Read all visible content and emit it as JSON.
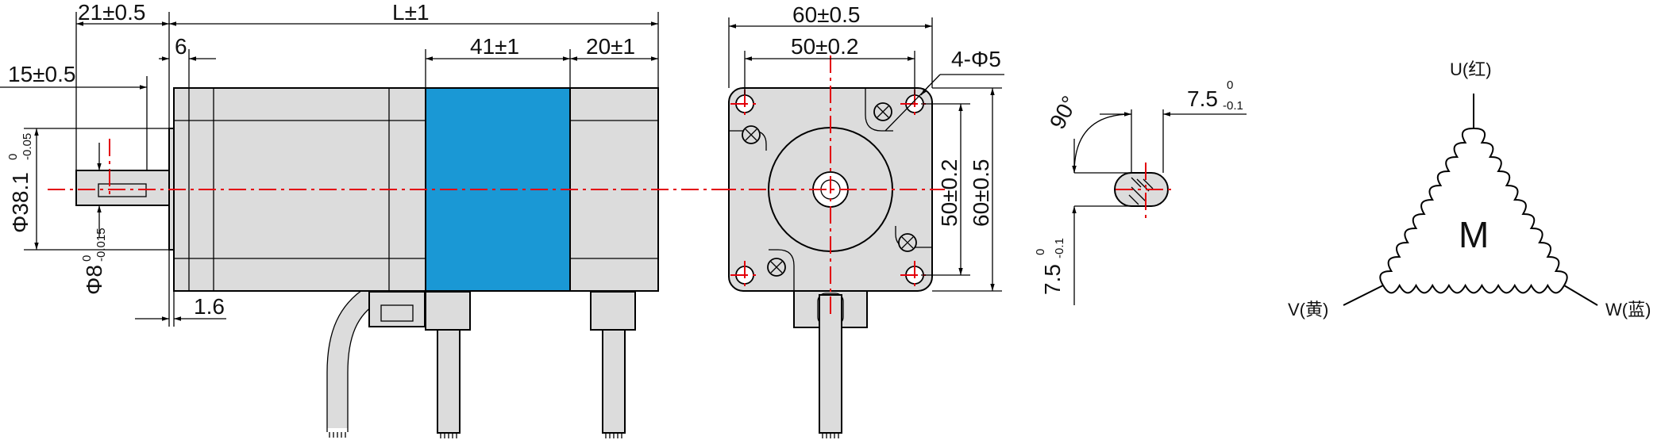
{
  "colors": {
    "body": "#dcdcdc",
    "band": "#1a98d5",
    "centerline": "#e3000b",
    "line": "#000000"
  },
  "side_view": {
    "dim_flange": "21±0.5",
    "dim_length": "L±1",
    "dim_6": "6",
    "dim_band": "41±1",
    "dim_tail": "20±1",
    "dim_shaft": "15±0.5",
    "dim_pilot_main": "Φ38.1",
    "dim_pilot_tol_upper": "0",
    "dim_pilot_tol_lower": "-0.05",
    "dim_shaft_dia_main": "Φ8",
    "dim_shaft_dia_tol_upper": "0",
    "dim_shaft_dia_tol_lower": "-0.015",
    "dim_1_6": "1.6"
  },
  "front_view": {
    "dim_outer_w": "60±0.5",
    "dim_hole_w": "50±0.2",
    "dim_holes": "4-Φ5",
    "dim_hole_h": "50±0.2",
    "dim_outer_h": "60±0.5"
  },
  "shaft_detail": {
    "angle": "90°",
    "dim_top_main": "7.5",
    "dim_top_tol_upper": "0",
    "dim_top_tol_lower": "-0.1",
    "dim_left_main": "7.5",
    "dim_left_tol_upper": "0",
    "dim_left_tol_lower": "-0.1"
  },
  "wiring": {
    "center": "M",
    "u": "U(红)",
    "v": "V(黄)",
    "w": "W(蓝)"
  }
}
